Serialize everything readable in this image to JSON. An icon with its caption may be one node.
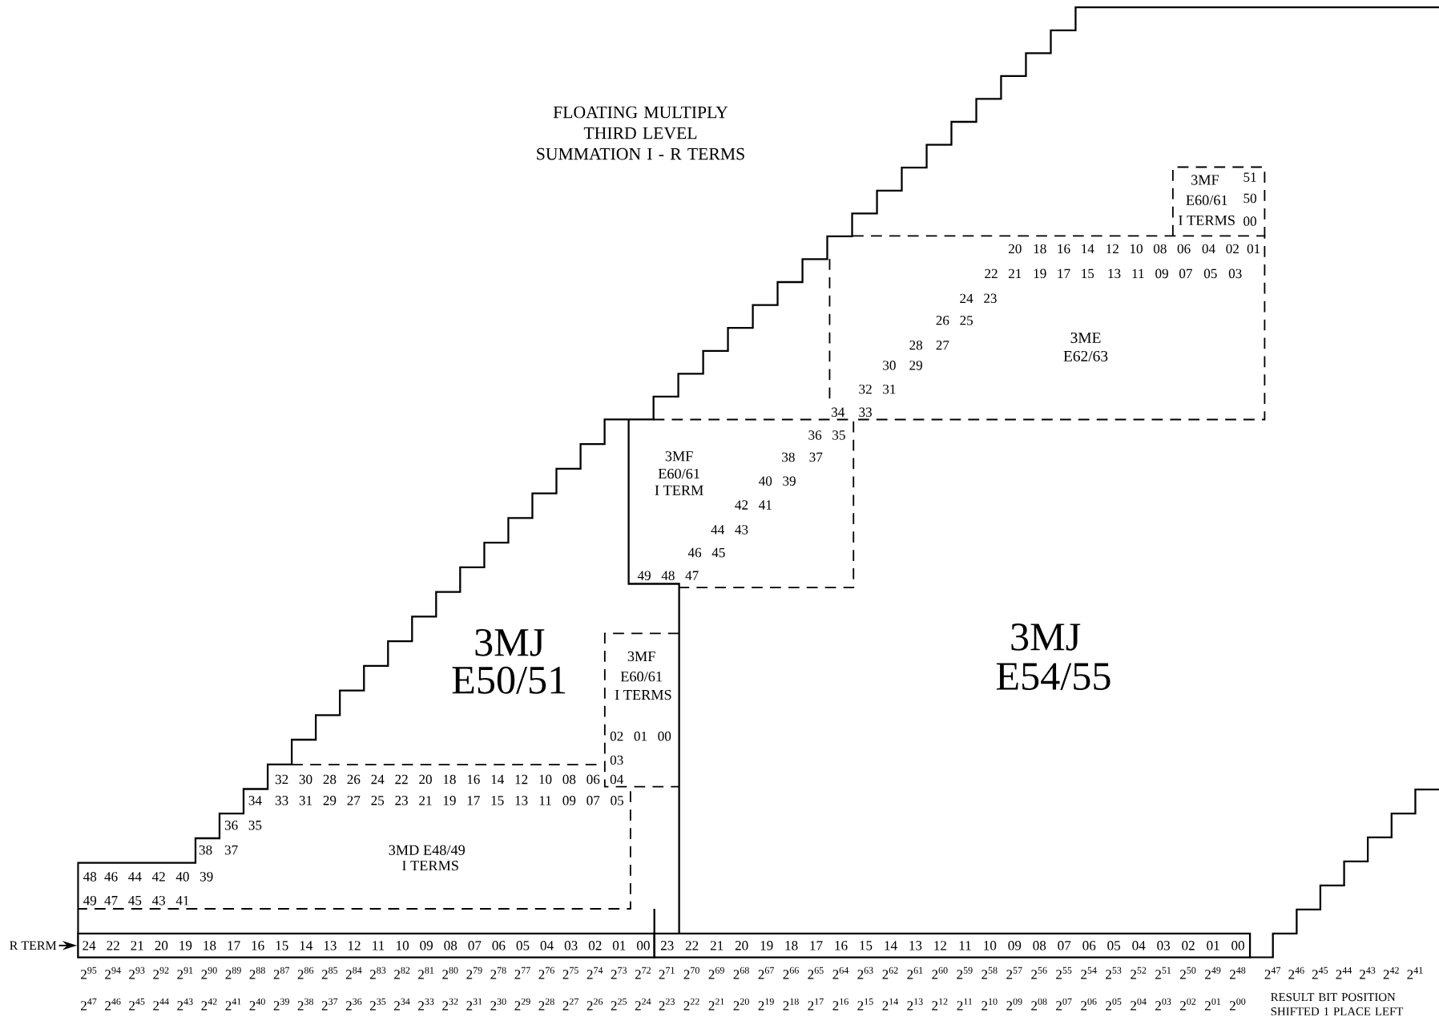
{
  "diagram": {
    "title": "FLOATING MULTIPLY THIRD LEVEL SUMMATION I - R TERMS",
    "nodes": [
      {
        "text": [
          "R TERM"
        ]
      },
      {
        "text": [
          "24",
          "22",
          "21",
          "20",
          "19",
          "18",
          "17",
          "16",
          "15",
          "14",
          "13",
          "12",
          "11",
          "10",
          "09",
          "08",
          "07",
          "06",
          "05",
          "04",
          "03",
          "02",
          "01",
          "00"
        ]
      },
      {
        "text": [
          "23",
          "22",
          "21",
          "20",
          "19",
          "18",
          "17",
          "16",
          "15",
          "14",
          "13",
          "12",
          "11",
          "10",
          "09",
          "08",
          "07",
          "06",
          "05",
          "04",
          "03",
          "02",
          "01",
          "00"
        ]
      },
      {
        "text": [
          "3MJ",
          "E50/51"
        ]
      },
      {
        "text": [
          "3MJ",
          "E54/55"
        ]
      },
      {
        "text": [
          "3MD",
          "E48/49",
          "I TERMS",
          "32",
          "30",
          "28",
          "26",
          "24",
          "22",
          "20",
          "18",
          "16",
          "14",
          "12",
          "10",
          "08",
          "06",
          "34",
          "33",
          "31",
          "29",
          "27",
          "25",
          "23",
          "21",
          "19",
          "17",
          "15",
          "13",
          "11",
          "09",
          "07",
          "05",
          "36",
          "35",
          "38",
          "37",
          "48",
          "46",
          "44",
          "42",
          "40",
          "39",
          "49",
          "47",
          "45",
          "43",
          "41"
        ]
      },
      {
        "text": [
          "3MF",
          "E60/61",
          "I TERMS",
          "02",
          "01",
          "00",
          "03",
          "04"
        ]
      },
      {
        "text": [
          "3MF",
          "E60/61",
          "I TERM",
          "36",
          "35",
          "38",
          "37",
          "40",
          "39",
          "42",
          "41",
          "44",
          "43",
          "46",
          "45",
          "49",
          "48",
          "47"
        ]
      },
      {
        "text": [
          "3ME",
          "E62/63",
          "20",
          "18",
          "16",
          "14",
          "12",
          "10",
          "08",
          "06",
          "04",
          "02",
          "01",
          "22",
          "21",
          "19",
          "17",
          "15",
          "13",
          "11",
          "09",
          "07",
          "05",
          "03",
          "24",
          "23",
          "26",
          "25",
          "28",
          "27",
          "30",
          "29",
          "32",
          "31",
          "34",
          "33"
        ]
      },
      {
        "text": [
          "3MF",
          "E60/61",
          "I TERMS",
          "51",
          "50",
          "00"
        ]
      }
    ],
    "edges": [
      {
        "from": 0,
        "to": 1,
        "arrow": "to"
      }
    ],
    "labels": [
      "2$^{95}$",
      "2$^{94}$",
      "2$^{93}$",
      "2$^{92}$",
      "2$^{91}$",
      "2$^{90}$",
      "2$^{89}$",
      "2$^{88}$",
      "2$^{87}$",
      "2$^{86}$",
      "2$^{85}$",
      "2$^{84}$",
      "2$^{83}$",
      "2$^{82}$",
      "2$^{81}$",
      "2$^{80}$",
      "2$^{79}$",
      "2$^{78}$",
      "2$^{77}$",
      "2$^{76}$",
      "2$^{75}$",
      "2$^{74}$",
      "2$^{73}$",
      "2$^{72}$",
      "2$^{71}$",
      "2$^{70}$",
      "2$^{69}$",
      "2$^{68}$",
      "2$^{67}$",
      "2$^{66}$",
      "2$^{65}$",
      "2$^{64}$",
      "2$^{63}$",
      "2$^{62}$",
      "2$^{61}$",
      "2$^{60}$",
      "2$^{59}$",
      "2$^{58}$",
      "2$^{57}$",
      "2$^{56}$",
      "2$^{55}$",
      "2$^{54}$",
      "2$^{53}$",
      "2$^{52}$",
      "2$^{51}$",
      "2$^{50}$",
      "2$^{49}$",
      "2$^{48}$",
      "2$^{47}$",
      "2$^{46}$",
      "2$^{45}$",
      "2$^{44}$",
      "2$^{43}$",
      "2$^{42}$",
      "2$^{41}$",
      "2$^{47}$",
      "2$^{46}$",
      "2$^{45}$",
      "2$^{44}$",
      "2$^{43}$",
      "2$^{42}$",
      "2$^{41}$",
      "2$^{40}$",
      "2$^{39}$",
      "2$^{38}$",
      "2$^{37}$",
      "2$^{36}$",
      "2$^{35}$",
      "2$^{34}$",
      "2$^{33}$",
      "2$^{32}$",
      "2$^{31}$",
      "2$^{30}$",
      "2$^{29}$",
      "2$^{28}$",
      "2$^{27}$",
      "2$^{26}$",
      "2$^{25}$",
      "2$^{24}$",
      "2$^{23}$",
      "2$^{22}$",
      "2$^{21}$",
      "2$^{20}$",
      "2$^{19}$",
      "2$^{18}$",
      "2$^{17}$",
      "2$^{16}$",
      "2$^{15}$",
      "2$^{14}$",
      "2$^{13}$",
      "2$^{12}$",
      "2$^{11}$",
      "2$^{10}$",
      "2$^{09}$",
      "2$^{08}$",
      "2$^{07}$",
      "2$^{06}$",
      "2$^{05}$",
      "2$^{04}$",
      "2$^{03}$",
      "2$^{02}$",
      "2$^{01}$",
      "2$^{00}$",
      "RESULT BIT POSITION SHIFTED 1 PLACE LEFT"
    ]
  }
}
